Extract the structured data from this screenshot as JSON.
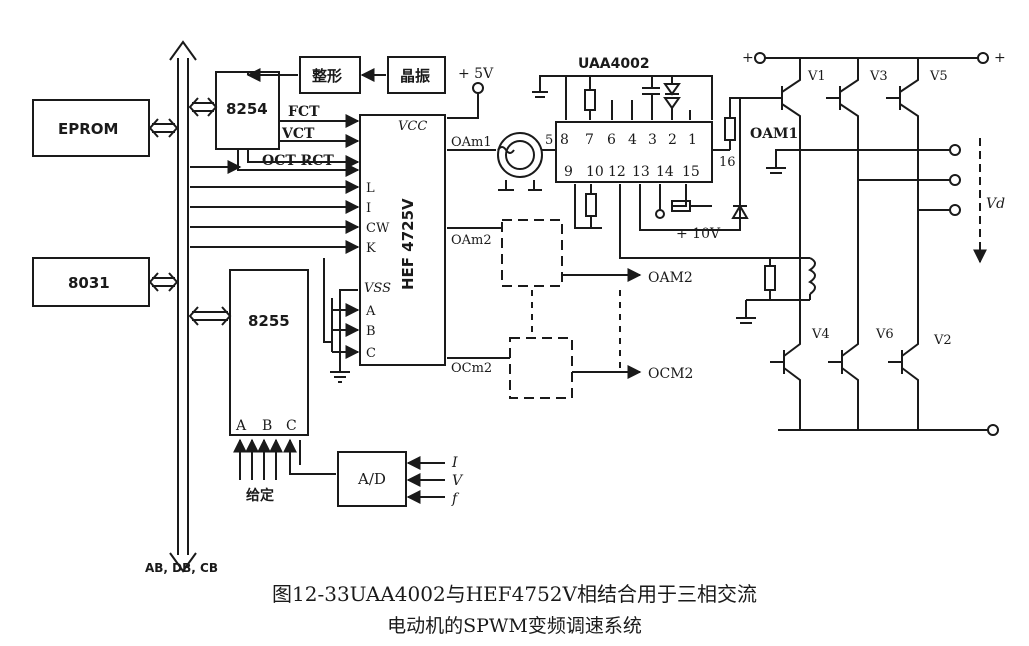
{
  "labels": {
    "eprom": "EPROM",
    "mcu": "8031",
    "timer": "8254",
    "ppi": "8255",
    "shaper": "整形",
    "crystal": "晶振",
    "pwm_chip": "HEF 4725V",
    "driver_chip": "UAA4002",
    "adc": "A/D",
    "bus": "AB, DB, CB",
    "plus5v": "+ 5V",
    "plus10v": "+ 10V",
    "fct": "FCT",
    "vct": "VCT",
    "oct_rct": "OCT RCT",
    "vcc": "VCC",
    "vss": "VSS",
    "in_l": "L",
    "in_i": "I",
    "in_cw": "CW",
    "in_k": "K",
    "in_a": "A",
    "in_b": "B",
    "in_c": "C",
    "oam1": "OAm1",
    "oam2": "OAm2",
    "ocm2": "OCm2",
    "out_oam2": "OAM2",
    "out_ocm2": "OCM2",
    "oam1_right": "OAM1",
    "ppi_a": "A",
    "ppi_b": "B",
    "ppi_c": "C",
    "given": "给定",
    "adc_i": "I",
    "adc_v": "V",
    "adc_f": "f",
    "plus_left": "+",
    "plus_right": "+",
    "vd": "Vd",
    "v1": "V1",
    "v3": "V3",
    "v5": "V5",
    "v4": "V4",
    "v6": "V6",
    "v2": "V2",
    "pins_top": [
      "8",
      "7",
      "6",
      "4",
      "3",
      "2",
      "1"
    ],
    "pins_bottom": [
      "9",
      "10",
      "12",
      "13",
      "14",
      "15"
    ],
    "pin_5": "5",
    "pin_16": "16"
  },
  "caption": {
    "line1": "图12-33UAA4002与HEF4752V相结合用于三相交流",
    "line2": "电动机的SPWM变频调速系统"
  }
}
